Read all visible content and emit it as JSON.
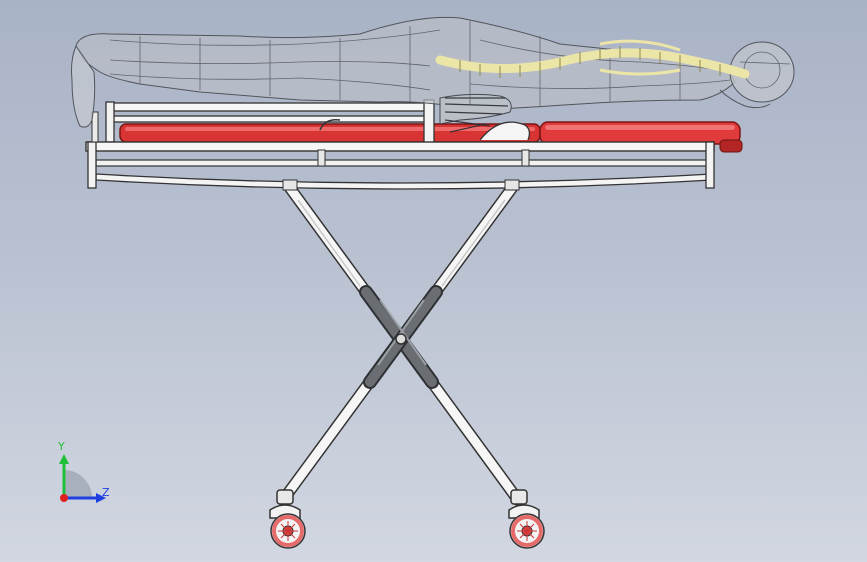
{
  "view": {
    "type": "cad-3d-viewport",
    "background_top": "#a9b3c6",
    "background_bottom": "#d2d7e1"
  },
  "model": {
    "icon": "stretcher-model",
    "colors": {
      "frame": "#f4f4f4",
      "frame_outline": "#3a3a3a",
      "mattress": "#e03a3a",
      "mattress_dark": "#a81f1f",
      "body_shell": "#b9bec6",
      "spine": "#f2e9a6",
      "joint_sleeve": "#5f6367",
      "wheel_tire": "#e56a6a"
    }
  },
  "triad": {
    "y_label": "Y",
    "z_label": "Z",
    "y_color": "#1fbf3a",
    "z_color": "#1f3fe0",
    "x_color": "#e01f1f"
  }
}
